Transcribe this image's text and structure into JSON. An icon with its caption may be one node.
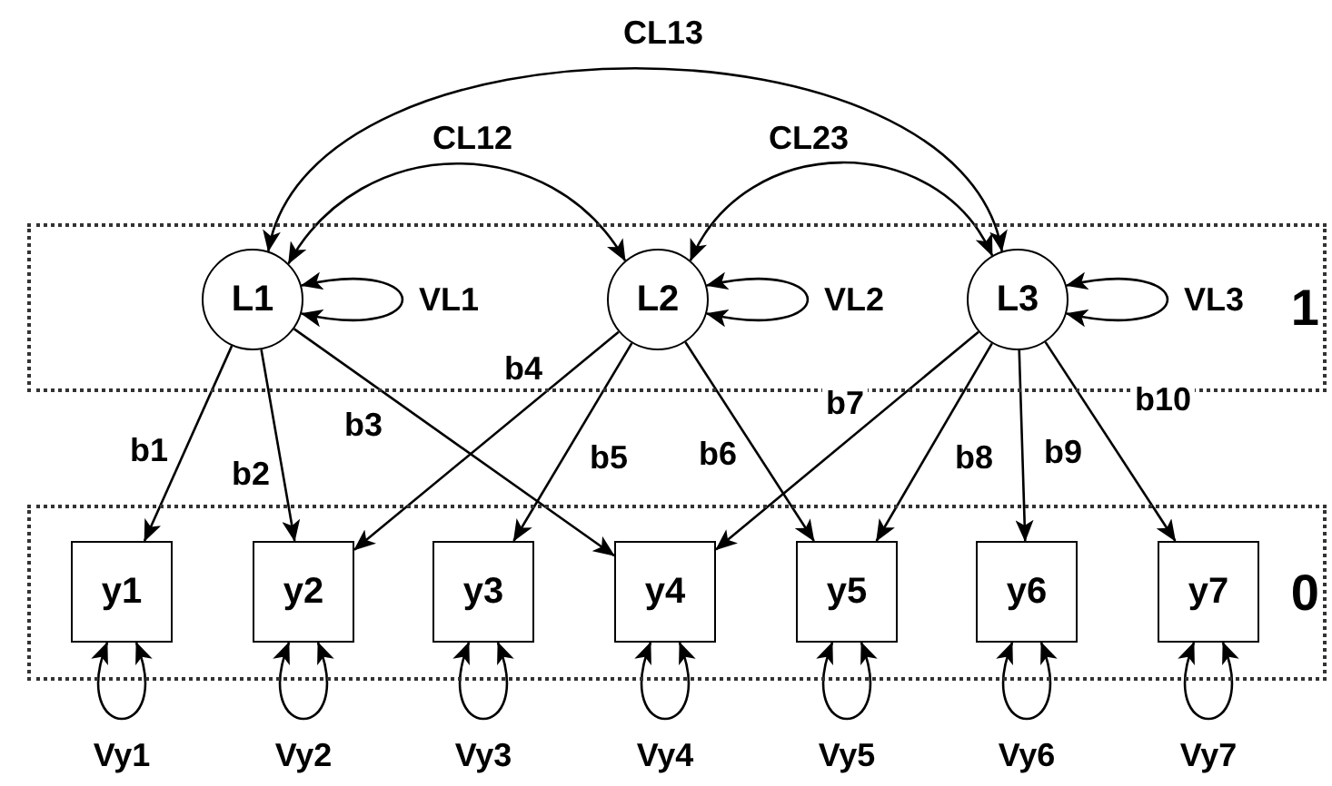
{
  "diagram": {
    "nodes": [
      {
        "text": [
          "1"
        ]
      },
      {
        "text": [
          "L1"
        ],
        "in": 0
      },
      {
        "text": [
          "L2"
        ],
        "in": 0
      },
      {
        "text": [
          "L3"
        ],
        "in": 0
      },
      {
        "text": [
          "0"
        ]
      },
      {
        "text": [
          "y1"
        ],
        "in": 4
      },
      {
        "text": [
          "y2"
        ],
        "in": 4
      },
      {
        "text": [
          "y3"
        ],
        "in": 4
      },
      {
        "text": [
          "y4"
        ],
        "in": 4
      },
      {
        "text": [
          "y5"
        ],
        "in": 4
      },
      {
        "text": [
          "y6"
        ],
        "in": 4
      },
      {
        "text": [
          "y7"
        ],
        "in": 4
      }
    ],
    "edges": [
      {
        "from": 1,
        "to": 3,
        "arrow": "both",
        "label": "CL13"
      },
      {
        "from": 1,
        "to": 2,
        "arrow": "both",
        "label": "CL12"
      },
      {
        "from": 2,
        "to": 3,
        "arrow": "both",
        "label": "CL23"
      },
      {
        "from": 1,
        "to": 1,
        "arrow": "both",
        "label": "VL1"
      },
      {
        "from": 2,
        "to": 2,
        "arrow": "both",
        "label": "VL2"
      },
      {
        "from": 3,
        "to": 3,
        "arrow": "both",
        "label": "VL3"
      },
      {
        "from": 1,
        "to": 5,
        "arrow": "to",
        "label": "b1"
      },
      {
        "from": 1,
        "to": 6,
        "arrow": "to",
        "label": "b2"
      },
      {
        "from": 1,
        "to": 8,
        "arrow": "to",
        "label": "b3"
      },
      {
        "from": 2,
        "to": 6,
        "arrow": "to",
        "label": "b4"
      },
      {
        "from": 2,
        "to": 7,
        "arrow": "to",
        "label": "b5"
      },
      {
        "from": 2,
        "to": 9,
        "arrow": "to",
        "label": "b6"
      },
      {
        "from": 3,
        "to": 8,
        "arrow": "to",
        "label": "b7"
      },
      {
        "from": 3,
        "to": 9,
        "arrow": "to",
        "label": "b8"
      },
      {
        "from": 3,
        "to": 10,
        "arrow": "to",
        "label": "b9"
      },
      {
        "from": 3,
        "to": 11,
        "arrow": "to",
        "label": "b10"
      },
      {
        "from": 5,
        "to": 5,
        "arrow": "both",
        "label": "Vy1"
      },
      {
        "from": 6,
        "to": 6,
        "arrow": "both",
        "label": "Vy2"
      },
      {
        "from": 7,
        "to": 7,
        "arrow": "both",
        "label": "Vy3"
      },
      {
        "from": 8,
        "to": 8,
        "arrow": "both",
        "label": "Vy4"
      },
      {
        "from": 9,
        "to": 9,
        "arrow": "both",
        "label": "Vy5"
      },
      {
        "from": 10,
        "to": 10,
        "arrow": "both",
        "label": "Vy6"
      },
      {
        "from": 11,
        "to": 11,
        "arrow": "both",
        "label": "Vy7"
      }
    ]
  }
}
